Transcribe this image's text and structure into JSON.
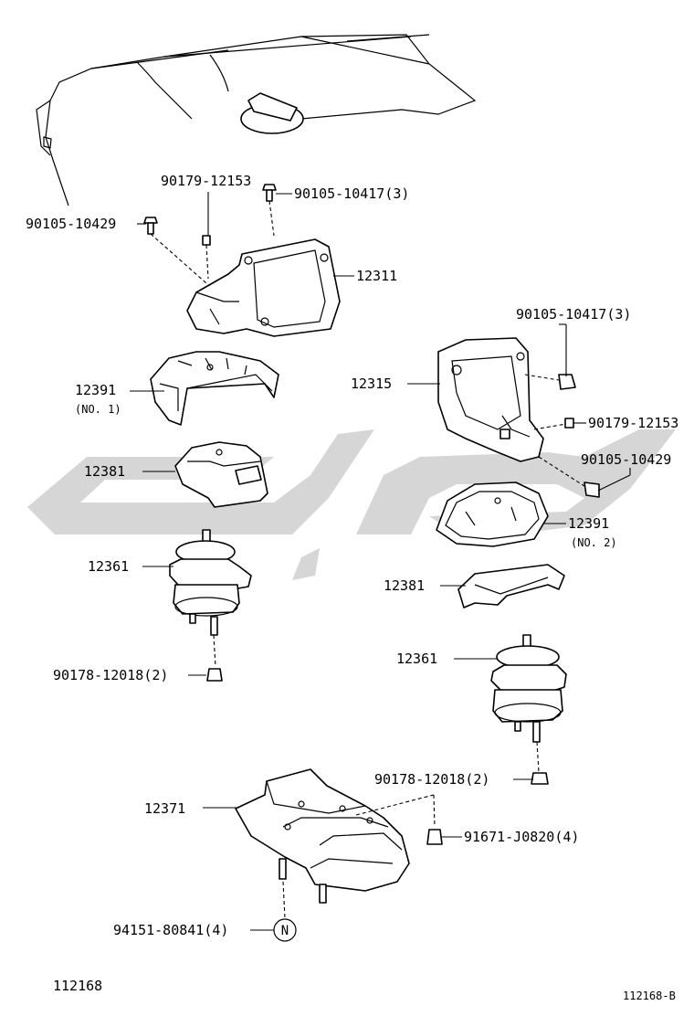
{
  "labels": {
    "p90179_12153_left": "90179-12153",
    "p90105_10417_left": "90105-10417(3)",
    "p90105_10429_left": "90105-10429",
    "p12311": "12311",
    "p12391_left": "12391",
    "no1": "(NO. 1)",
    "p12381_left": "12381",
    "p12361_left": "12361",
    "p90178_12018_left": "90178-12018(2)",
    "p90105_10417_right": "90105-10417(3)",
    "p12315": "12315",
    "p90179_12153_right": "90179-12153",
    "p90105_10429_right": "90105-10429",
    "p12391_right": "12391",
    "no2": "(NO. 2)",
    "p12381_right": "12381",
    "p12361_right": "12361",
    "p90178_12018_right": "90178-12018(2)",
    "p12371": "12371",
    "p91671_J0820": "91671-J0820(4)",
    "p94151_80841": "94151-80841(4)",
    "nut_symbol": "N",
    "diagram_number": "112168",
    "diagram_ref": "112168-B"
  }
}
